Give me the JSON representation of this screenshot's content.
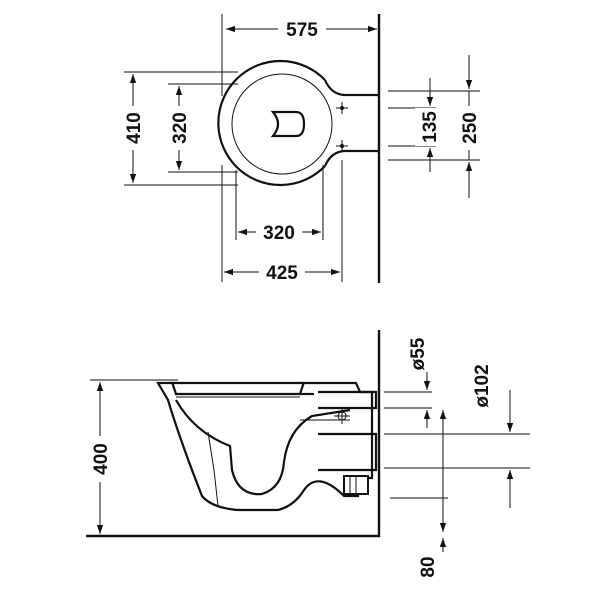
{
  "colors": {
    "line": "#111111",
    "background": "#ffffff"
  },
  "top_view": {
    "width_575": "575",
    "depth_410": "410",
    "bowl_320_vertical": "320",
    "fix_135": "135",
    "fix_250": "250",
    "bowl_320_horizontal": "320",
    "width_425": "425"
  },
  "side_view": {
    "height_400": "400",
    "dia_55": "ø55",
    "dia_102": "ø102",
    "offset_80": "80"
  }
}
